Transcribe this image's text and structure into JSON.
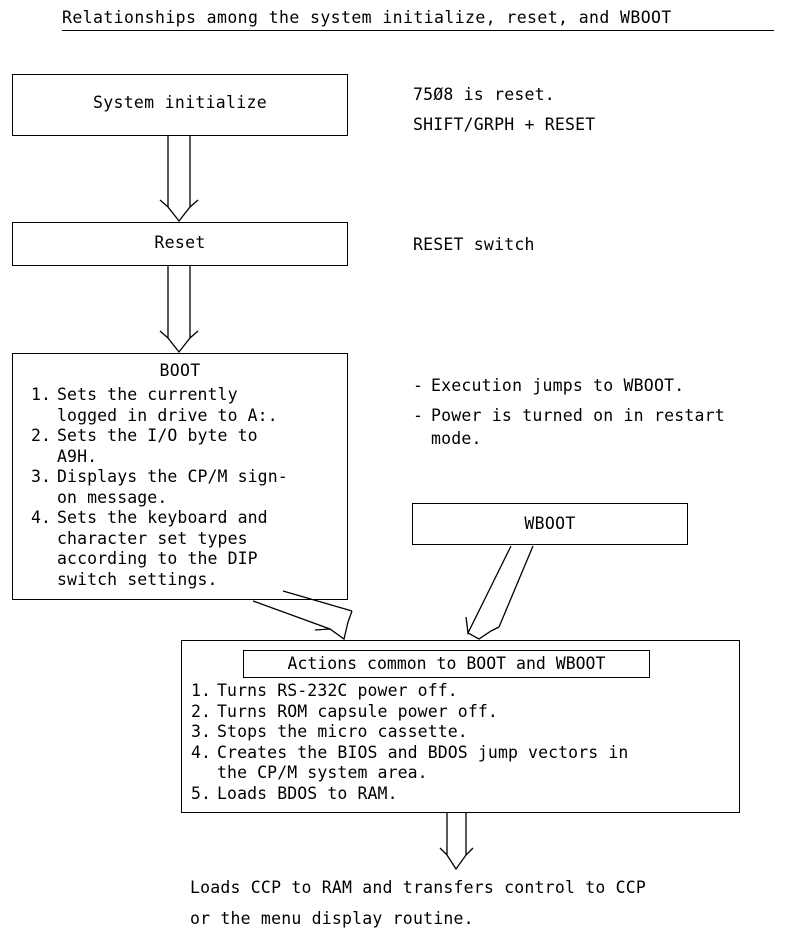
{
  "title": "Relationships among the system initialize, reset, and WBOOT",
  "colors": {
    "ink": "#000000",
    "paper": "#ffffff"
  },
  "boxes": {
    "system_initialize": {
      "label": "System initialize"
    },
    "reset": {
      "label": "Reset"
    },
    "boot": {
      "label": "BOOT",
      "steps": [
        {
          "num": "1.",
          "text": "Sets the currently\nlogged in drive to A:."
        },
        {
          "num": "2.",
          "text": "Sets the I/O byte to\nA9H."
        },
        {
          "num": "3.",
          "text": "Displays the CP/M sign-\non message."
        },
        {
          "num": "4.",
          "text": "Sets the keyboard and\ncharacter set types\naccording to the DIP\nswitch settings."
        }
      ]
    },
    "wboot": {
      "label": "WBOOT"
    },
    "common": {
      "header": "Actions common to BOOT and WBOOT",
      "steps": [
        {
          "num": "1.",
          "text": "Turns RS-232C power off."
        },
        {
          "num": "2.",
          "text": "Turns ROM capsule power off."
        },
        {
          "num": "3.",
          "text": "Stops the micro cassette."
        },
        {
          "num": "4.",
          "text": "Creates the BIOS and BDOS jump vectors in\nthe CP/M system area."
        },
        {
          "num": "5.",
          "text": "Loads BDOS to RAM."
        }
      ]
    }
  },
  "notes": {
    "seven_five_zero_eight": "75Ø8 is reset.",
    "shift_grph_reset": "SHIFT/GRPH + RESET",
    "reset_switch": "RESET switch",
    "execution": {
      "dash": "-",
      "text": "Execution jumps to WBOOT."
    },
    "power": {
      "dash": "-",
      "text": "Power is turned on in restart\nmode."
    }
  },
  "caption": {
    "line1": "Loads CCP to RAM and transfers control to CCP",
    "line2": "or the menu display routine."
  },
  "arrows": [
    {
      "name": "arrow-system-initialize-to-reset",
      "from": "system_initialize",
      "to": "reset"
    },
    {
      "name": "arrow-reset-to-boot",
      "from": "reset",
      "to": "boot"
    },
    {
      "name": "arrow-boot-to-common",
      "from": "boot",
      "to": "common"
    },
    {
      "name": "arrow-wboot-to-common",
      "from": "wboot",
      "to": "common"
    },
    {
      "name": "arrow-common-to-caption",
      "from": "common",
      "to": "caption"
    }
  ]
}
